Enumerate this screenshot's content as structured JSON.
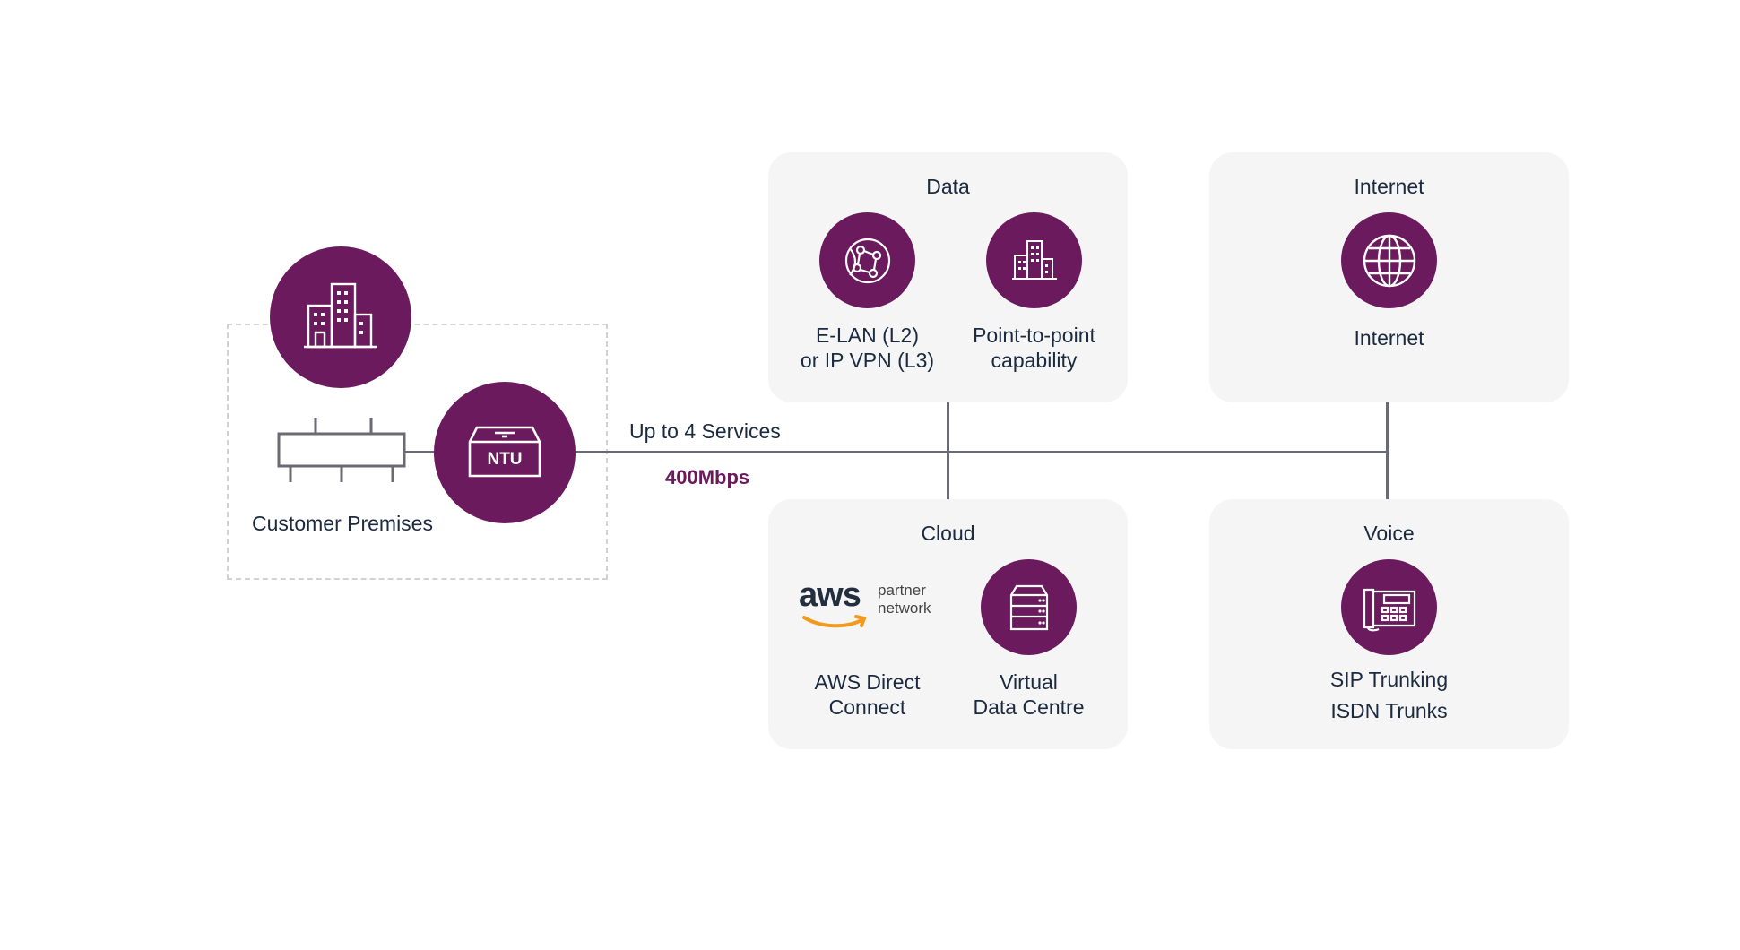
{
  "premises": {
    "label": "Customer Premises",
    "ntu_label": "NTU"
  },
  "link": {
    "services": "Up to 4 Services",
    "speed": "400Mbps"
  },
  "panels": {
    "data": {
      "title": "Data",
      "item1": [
        "E-LAN (L2)",
        "or IP VPN (L3)"
      ],
      "item2": [
        "Point-to-point",
        "capability"
      ]
    },
    "internet": {
      "title": "Internet",
      "item1": "Internet"
    },
    "cloud": {
      "title": "Cloud",
      "aws_logo": "aws",
      "aws_logo_sub": [
        "partner",
        "network"
      ],
      "item1": [
        "AWS Direct",
        "Connect"
      ],
      "item2": [
        "Virtual",
        "Data Centre"
      ]
    },
    "voice": {
      "title": "Voice",
      "item1": "SIP Trunking",
      "item2": "ISDN Trunks"
    }
  },
  "colors": {
    "accent": "#6a1a5d",
    "panel": "#f5f5f5",
    "line": "#6a6a74",
    "text": "#1b2a3f",
    "aws_orange": "#f29a1e"
  }
}
